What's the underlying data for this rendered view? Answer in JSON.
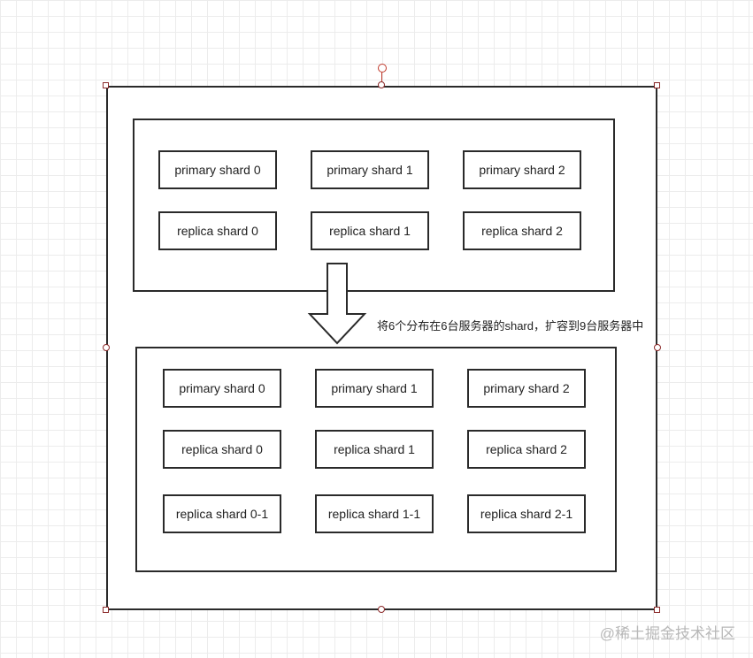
{
  "top_group": {
    "shards": [
      {
        "label": "primary shard 0"
      },
      {
        "label": "primary shard 1"
      },
      {
        "label": "primary shard 2"
      },
      {
        "label": "replica shard 0"
      },
      {
        "label": "replica shard 1"
      },
      {
        "label": "replica shard 2"
      }
    ]
  },
  "bottom_group": {
    "shards": [
      {
        "label": "primary shard 0"
      },
      {
        "label": "primary shard 1"
      },
      {
        "label": "primary shard 2"
      },
      {
        "label": "replica shard 0"
      },
      {
        "label": "replica shard 1"
      },
      {
        "label": "replica shard 2"
      },
      {
        "label": "replica shard 0-1"
      },
      {
        "label": "replica shard 1-1"
      },
      {
        "label": "replica shard 2-1"
      }
    ]
  },
  "arrow_caption": "将6个分布在6台服务器的shard，扩容到9台服务器中",
  "watermark": "@稀土掘金技术社区",
  "colors": {
    "border": "#2a2a2a",
    "handle": "#8b2a2a",
    "rotate_handle": "#c0392b",
    "grid": "#ececec"
  }
}
